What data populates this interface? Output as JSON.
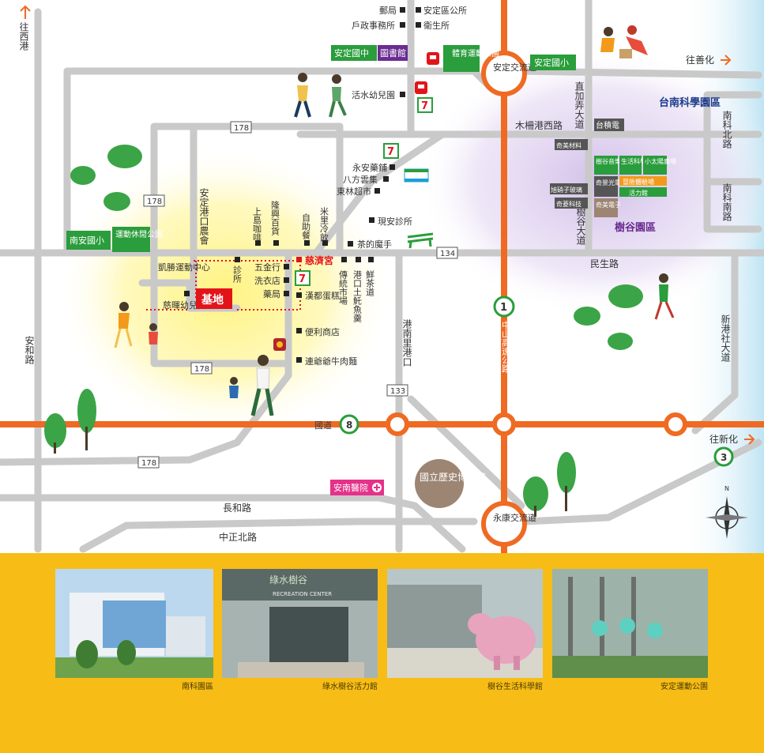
{
  "colors": {
    "highway": "#ef6a22",
    "road": "#c9c9c9",
    "park_green": "#2a9d3c",
    "school_purple": "#6a2c91",
    "site_red": "#e2141a",
    "hospital_pink": "#e6318a",
    "museum_brown": "#9c8573",
    "band_yellow": "#f7bd16",
    "tree_green": "#3ba447"
  },
  "directions": {
    "north_west": "往西港",
    "east": "往善化",
    "east_bottom": "往新化"
  },
  "highways": {
    "national_8_label": "國道",
    "national_8_num": "8",
    "national_1_num": "1",
    "national_3_num": "3",
    "zhongshan": "中山高速公路"
  },
  "interchanges": {
    "anding": "安定交流道",
    "yongkang": "永康交流道"
  },
  "road_numbers": {
    "r178a": "178",
    "r178b": "178",
    "r178c": "178",
    "r178d": "178",
    "r134": "134",
    "r133": "133"
  },
  "roads": {
    "anhe": "安和路",
    "changhe": "長和路",
    "zhongzheng_n": "中正北路",
    "minsheng": "民生路",
    "mumaogang_w": "木柵港西路",
    "zhijianong": "直加弄大道",
    "shugu": "樹谷大道",
    "nanke_n": "南科北路",
    "nanke_s": "南科南路",
    "xingangshe": "新港社大道",
    "gangnanli": "港南里港口",
    "andinggang_farm": "安定港口農會"
  },
  "places": {
    "post": "郵局",
    "district_office": "安定區公所",
    "household": "戶政事務所",
    "health": "衛生所",
    "anding_jh": "安定國中",
    "library": "圖書館",
    "sports_park": "體育運動公園",
    "anding_es": "安定國小",
    "huoshui_kg": "活水幼兒園",
    "yongan_pharm": "永安藥鋪",
    "bafang": "八方雲集",
    "donglin": "東林超市",
    "xianan_clinic": "現安診所",
    "tea_magic": "茶的魔手",
    "nanan_es": "南安國小",
    "leisure_park": "運動休閒公園",
    "kaisheng": "凱勝運動中心",
    "cihui_kg": "慈暉幼兒園",
    "site": "基地",
    "clinic": "診所",
    "shangdao": "上島咖啡",
    "longxing": "隆興百貨",
    "zizhu": "自助餐",
    "miliyin": "米里冷飲",
    "ciji_temple": "慈濟宮",
    "wujin": "五金行",
    "laundry": "洗衣店",
    "pharmacy": "藥局",
    "handu": "漢都蛋糕",
    "traditional_market": "傳統市場",
    "gangkou_fish": "港口土魠魚羹",
    "xiancha": "鮮茶道",
    "convenience": "便利商店",
    "beef": "連爺爺牛肉麵",
    "hospital": "安南醫院",
    "museum": "國立歷史博物館",
    "tsmc": "台積電",
    "qimei_material": "奇美材料",
    "shugu_music": "樹谷音樂廳",
    "life_science": "生活科學館",
    "sun_square": "小太陽廣場",
    "qijing": "奇景光電",
    "adventure": "冒險體驗場",
    "activity_hall": "活力館",
    "xushuo": "旭硝子玻璃",
    "qiling": "奇菱科技",
    "qimei_elec": "奇美電子",
    "shugu_park": "樹谷園區",
    "tainan_science": "台南科學園區"
  },
  "photos": [
    {
      "caption": "南科園區"
    },
    {
      "caption": "綠水樹谷活力館",
      "sign_cn": "綠水樹谷",
      "sign_en": "RECREATION CENTER"
    },
    {
      "caption": "樹谷生活科學館"
    },
    {
      "caption": "安定運動公園"
    }
  ]
}
